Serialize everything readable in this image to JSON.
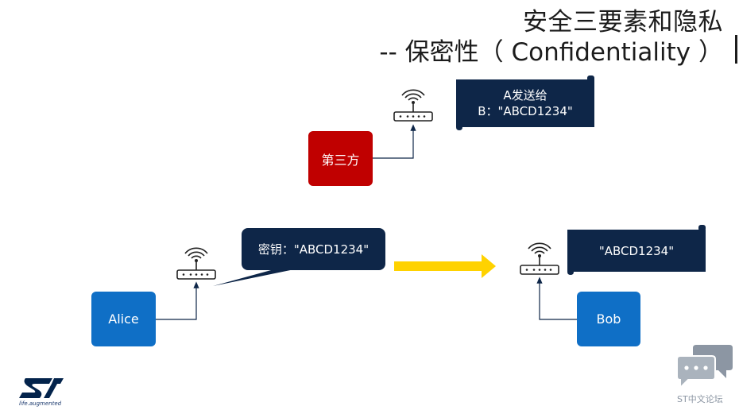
{
  "title": {
    "line1": "安全三要素和隐私",
    "line2": "-- 保密性（ Confidentiality ）"
  },
  "nodes": {
    "third_party": "第三方",
    "alice": "Alice",
    "bob": "Bob"
  },
  "messages": {
    "intercept_line1": "A发送给",
    "intercept_line2": "B：\"ABCD1234\"",
    "key_bubble": "密钥：\"ABCD1234\"",
    "bob_received": "\"ABCD1234\""
  },
  "icons": [
    "router-wifi-icon",
    "arrow-right-icon",
    "chat-bubbles-icon",
    "st-logo"
  ],
  "colors": {
    "third_party": "#c00000",
    "endpoint": "#0f6fc6",
    "message_bg": "#0e2648",
    "arrow": "#ffd200"
  },
  "footer": {
    "logo_tagline": "life.augmented",
    "forum_label": "ST中文论坛"
  }
}
